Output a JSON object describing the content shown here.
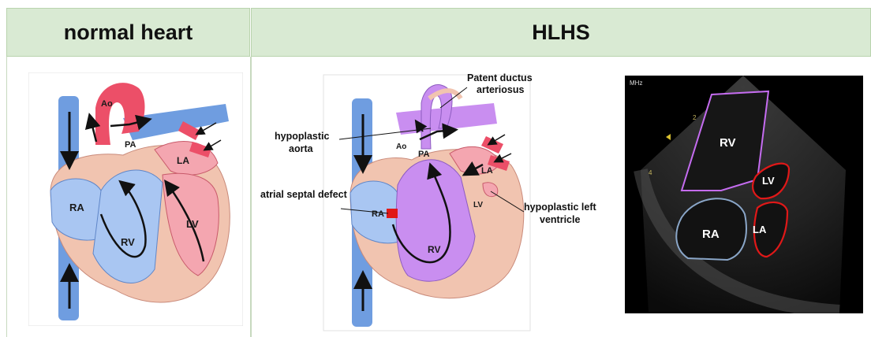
{
  "headers": {
    "left": "normal heart",
    "right": "HLHS"
  },
  "normal_heart": {
    "labels": {
      "ao": "Ao",
      "pa": "PA",
      "la": "LA",
      "ra": "RA",
      "rv": "RV",
      "lv": "LV"
    }
  },
  "hlhs_heart": {
    "labels": {
      "ao": "Ao",
      "pa": "PA",
      "la": "LA",
      "ra": "RA",
      "rv": "RV",
      "lv": "LV"
    },
    "annotations": {
      "pda_line1": "Patent ductus",
      "pda_line2": "arteriosus",
      "hypo_aorta_line1": "hypoplastic",
      "hypo_aorta_line2": "aorta",
      "asd": "atrial septal defect",
      "hlv_line1": "hypoplastic left",
      "hlv_line2": "ventricle"
    }
  },
  "echo": {
    "mhz_label": "MHz",
    "depth_marks": [
      "2",
      "4"
    ],
    "labels": {
      "rv": "RV",
      "lv": "LV",
      "ra": "RA",
      "la": "LA"
    },
    "outline_colors": {
      "rv": "#c56cf0",
      "lv": "#e01818",
      "la": "#e01818",
      "ra": "#8aa6c8"
    }
  },
  "colors": {
    "header_bg": "#d9ead3",
    "venous_blue": "#6f9de0",
    "chamber_blue": "#a9c6f2",
    "arterial_red": "#ec4f68",
    "chamber_pink": "#f4a6b0",
    "muscle": "#f1c4b0",
    "mixed_purple": "#c98ef0"
  }
}
